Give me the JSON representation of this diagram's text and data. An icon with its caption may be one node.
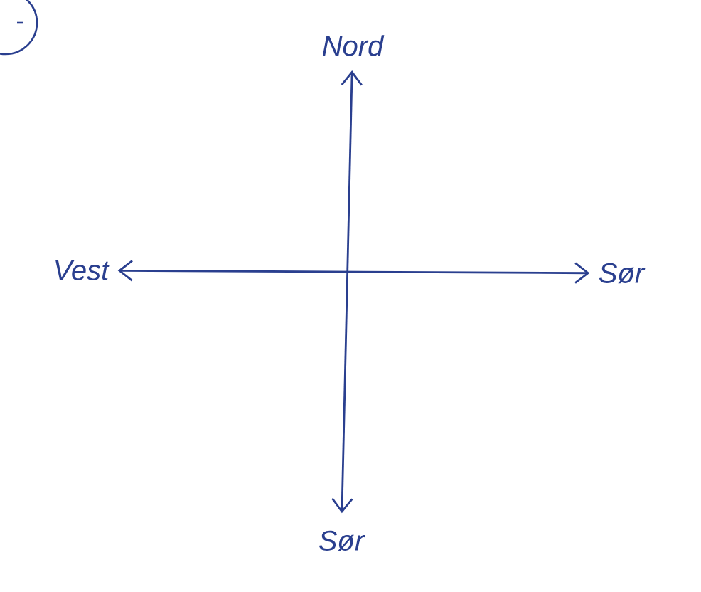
{
  "diagram": {
    "nodes": [
      {
        "text": [
          "Nord"
        ]
      },
      {
        "text": [
          "Vest"
        ]
      },
      {
        "text": [
          "Sør"
        ]
      },
      {
        "text": [
          "Sør"
        ]
      }
    ],
    "edges": [
      {
        "from": 0,
        "to": 3,
        "arrow": "both"
      },
      {
        "from": 1,
        "to": 2,
        "arrow": "both"
      }
    ]
  }
}
